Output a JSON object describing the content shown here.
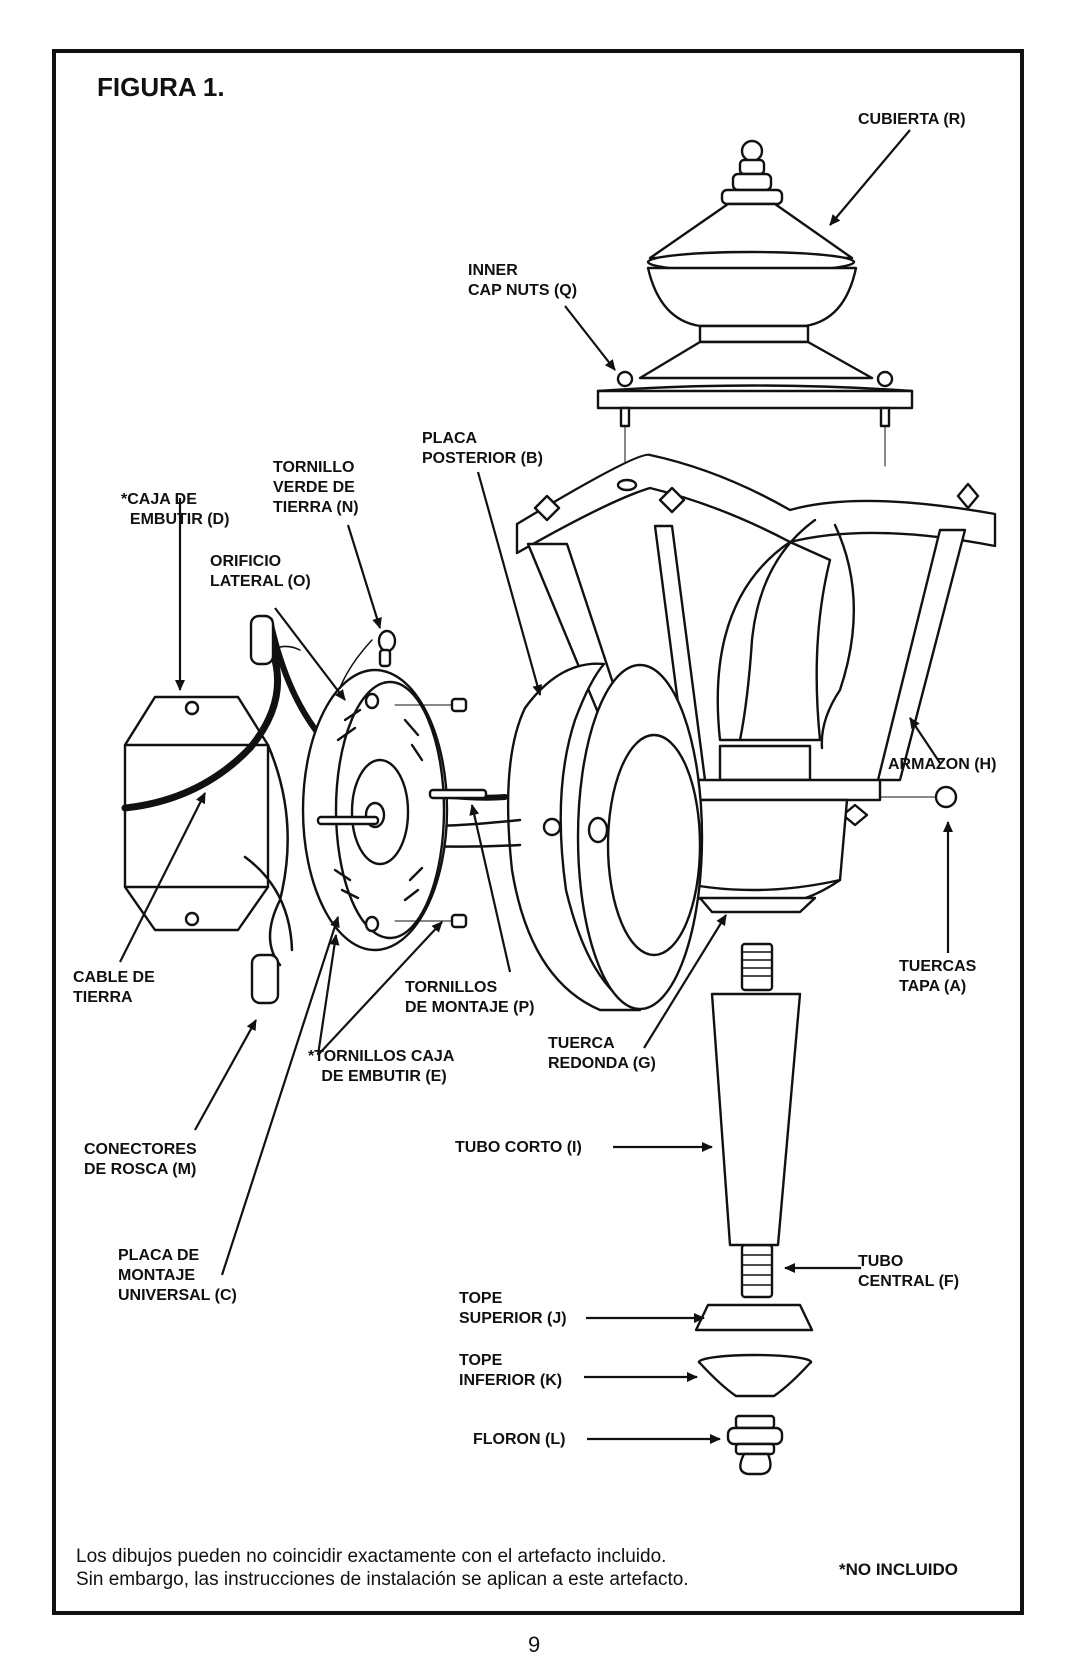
{
  "figure_title": "FIGURA 1.",
  "labels": {
    "cubierta": "CUBIERTA (R)",
    "inner_cap_nuts": "INNER\nCAP NUTS (Q)",
    "placa_posterior": "PLACA\nPOSTERIOR (B)",
    "tornillo_verde": "TORNILLO\nVERDE DE\nTIERRA (N)",
    "caja_embutir": "*CAJA DE\n  EMBUTIR (D)",
    "orificio_lateral": "ORIFICIO\nLATERAL (O)",
    "armazon": "ARMAZON (H)",
    "cable_tierra": "CABLE DE\nTIERRA",
    "tornillos_montaje": "TORNILLOS\nDE MONTAJE (P)",
    "tuercas_tapa": "TUERCAS\nTAPA (A)",
    "tornillos_caja": "*TORNILLOS CAJA\n   DE EMBUTIR (E)",
    "tuerca_redonda": "TUERCA\nREDONDA (G)",
    "conectores_rosca": "CONECTORES\nDE ROSCA (M)",
    "tubo_corto": "TUBO CORTO (I)",
    "placa_montaje": "PLACA DE\nMONTAJE\nUNIVERSAL (C)",
    "tubo_central": "TUBO\nCENTRAL (F)",
    "tope_superior": "TOPE\nSUPERIOR (J)",
    "tope_inferior": "TOPE\nINFERIOR (K)",
    "floron": "FLORON (L)"
  },
  "footer": {
    "note_line1": "Los dibujos pueden no coincidir exactamente con el artefacto incluido.",
    "note_line2": "Sin embargo, las instrucciones de instalación se aplican a este artefacto.",
    "no_incluido": "*NO INCLUIDO"
  },
  "page_number": "9"
}
